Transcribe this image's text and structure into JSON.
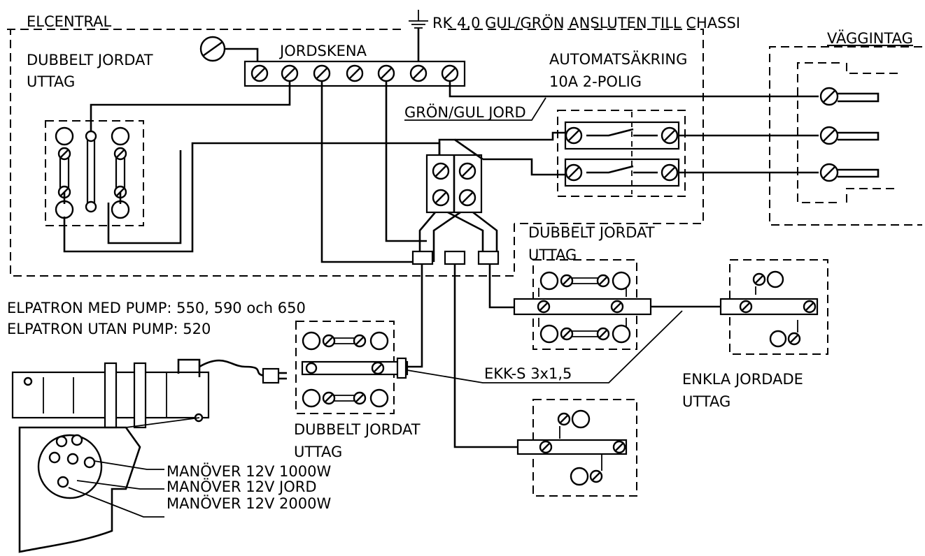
{
  "labels": {
    "elcentral": "ELCENTRAL",
    "rk": "RK 4,0 GUL/GRÖN ANSLUTEN TILL CHASSI",
    "vagg": "VÄGGINTAG",
    "dubbelt1_l1": "DUBBELT JORDAT",
    "dubbelt1_l2": "UTTAG",
    "jordskena": "JORDSKENA",
    "automat_l1": "AUTOMATSÄKRING",
    "automat_l2": "10A 2-POLIG",
    "gron_gul": "GRÖN/GUL JORD",
    "dubbelt2_l1": "DUBBELT JORDAT",
    "dubbelt2_l2": "UTTAG",
    "elpatron1": "ELPATRON MED PUMP: 550, 590 och 650",
    "elpatron2": "ELPATRON UTAN PUMP: 520",
    "ekk": "EKK-S 3x1,5",
    "enkla_l1": "ENKLA JORDADE",
    "enkla_l2": "UTTAG",
    "dubbelt3_l1": "DUBBELT JORDAT",
    "dubbelt3_l2": "UTTAG",
    "manover1": "MANÖVER 12V 1000W",
    "manover2": "MANÖVER 12V JORD",
    "manover3": "MANÖVER 12V 2000W"
  }
}
